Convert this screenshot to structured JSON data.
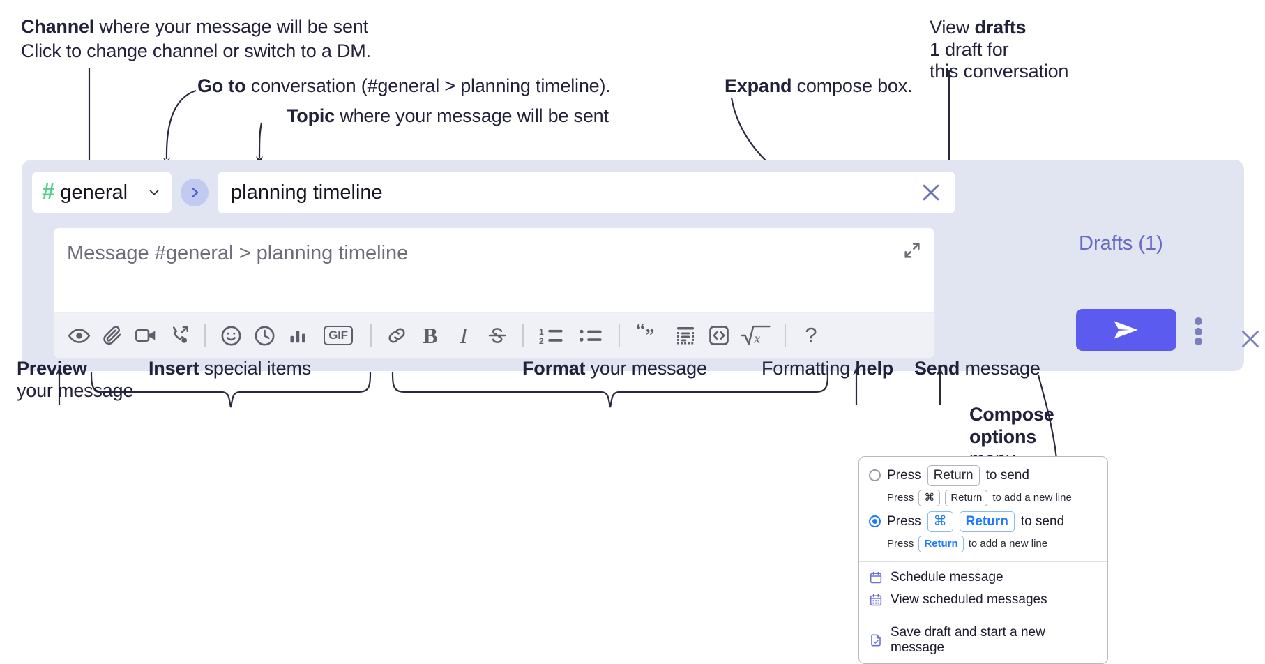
{
  "annotations": {
    "channel": {
      "bold": "Channel",
      "rest": " where your message will be sent",
      "italic": "Click to change channel or switch to a DM."
    },
    "goto": {
      "bold": "Go to",
      "rest": " conversation (#general > planning timeline)."
    },
    "topic": {
      "bold": "Topic",
      "rest": " where your message will be sent"
    },
    "expand": {
      "bold": "Expand",
      "rest": " compose box."
    },
    "drafts": {
      "plain": "View ",
      "bold": "drafts",
      "italic1": "1 draft for",
      "italic2": "this conversation"
    },
    "preview": {
      "bold": "Preview",
      "rest": "your message"
    },
    "insert": {
      "bold": "Insert",
      "rest": " special items"
    },
    "format": {
      "bold": "Format",
      "rest": " your message"
    },
    "help": {
      "plain": "Formatting ",
      "bold": "help"
    },
    "send": {
      "bold": "Send",
      "rest": " message"
    },
    "compose_options": {
      "bold1": "Compose",
      "bold2": "options",
      "rest": "menu"
    }
  },
  "compose": {
    "channel_name": "general",
    "channel_icon": "hash-icon",
    "channel_caret": "chevron-down-icon",
    "goto_icon": "chevron-right-icon",
    "topic_value": "planning timeline",
    "topic_clear_icon": "close-icon",
    "message_placeholder": "Message #general > planning timeline",
    "expand_icon": "expand-diagonal-icon",
    "panel_close_icon": "close-icon",
    "drafts_label": "Drafts (1)",
    "send_icon": "paper-plane-icon",
    "kebab_icon": "vertical-dots-icon",
    "toolbar": [
      {
        "name": "preview-message",
        "icon": "eye-icon"
      },
      {
        "name": "attach-file",
        "icon": "paperclip-icon"
      },
      {
        "name": "record-video-clip",
        "icon": "video-camera-icon"
      },
      {
        "name": "record-audio-clip",
        "icon": "phone-forward-icon"
      },
      {
        "name": "separator-1",
        "icon": "separator"
      },
      {
        "name": "emoji",
        "icon": "smiley-icon"
      },
      {
        "name": "schedule-send",
        "icon": "clock-icon"
      },
      {
        "name": "create-poll",
        "icon": "bar-chart-icon"
      },
      {
        "name": "insert-gif",
        "icon": "gif-icon",
        "label": "GIF"
      },
      {
        "name": "separator-2",
        "icon": "separator"
      },
      {
        "name": "insert-link",
        "icon": "link-icon"
      },
      {
        "name": "bold",
        "icon": "bold-icon",
        "label": "B"
      },
      {
        "name": "italic",
        "icon": "italic-icon",
        "label": "I"
      },
      {
        "name": "strikethrough",
        "icon": "strikethrough-icon"
      },
      {
        "name": "separator-3",
        "icon": "separator"
      },
      {
        "name": "ordered-list",
        "icon": "ordered-list-icon"
      },
      {
        "name": "bulleted-list",
        "icon": "bulleted-list-icon"
      },
      {
        "name": "separator-4",
        "icon": "separator"
      },
      {
        "name": "blockquote",
        "icon": "quote-icon"
      },
      {
        "name": "code-block",
        "icon": "code-block-icon"
      },
      {
        "name": "inline-code",
        "icon": "code-brackets-icon"
      },
      {
        "name": "math",
        "icon": "square-root-x-icon"
      },
      {
        "name": "separator-5",
        "icon": "separator"
      },
      {
        "name": "formatting-help",
        "icon": "question-mark-icon",
        "label": "?"
      }
    ]
  },
  "compose_menu": {
    "option_1": {
      "selected": false,
      "main_pre": "Press",
      "main_key": "Return",
      "main_post": "to send",
      "sub_pre": "Press",
      "sub_key_1": "⌘",
      "sub_key_2": "Return",
      "sub_post": "to add a new line"
    },
    "option_2": {
      "selected": true,
      "main_pre": "Press",
      "main_key_1": "⌘",
      "main_key_2": "Return",
      "main_post": "to send",
      "sub_pre": "Press",
      "sub_key": "Return",
      "sub_post": "to add a new line"
    },
    "items": [
      {
        "label": "Schedule message",
        "icon": "calendar-icon"
      },
      {
        "label": "View scheduled messages",
        "icon": "calendar-grid-icon"
      },
      {
        "label": "Save draft and start a new message",
        "icon": "file-check-icon"
      }
    ]
  },
  "colors": {
    "panel_bg": "#e1e4f1",
    "toolbar_bg": "#f0f1f6",
    "send_button": "#5b5bf0",
    "drafts_text": "#656bc7",
    "hash_green": "#4fd18b",
    "goto_bubble": "#c3caf2",
    "blue_key": "#1d7afc",
    "menu_icon": "#6f6fd6",
    "annotation_text": "#22213a"
  }
}
